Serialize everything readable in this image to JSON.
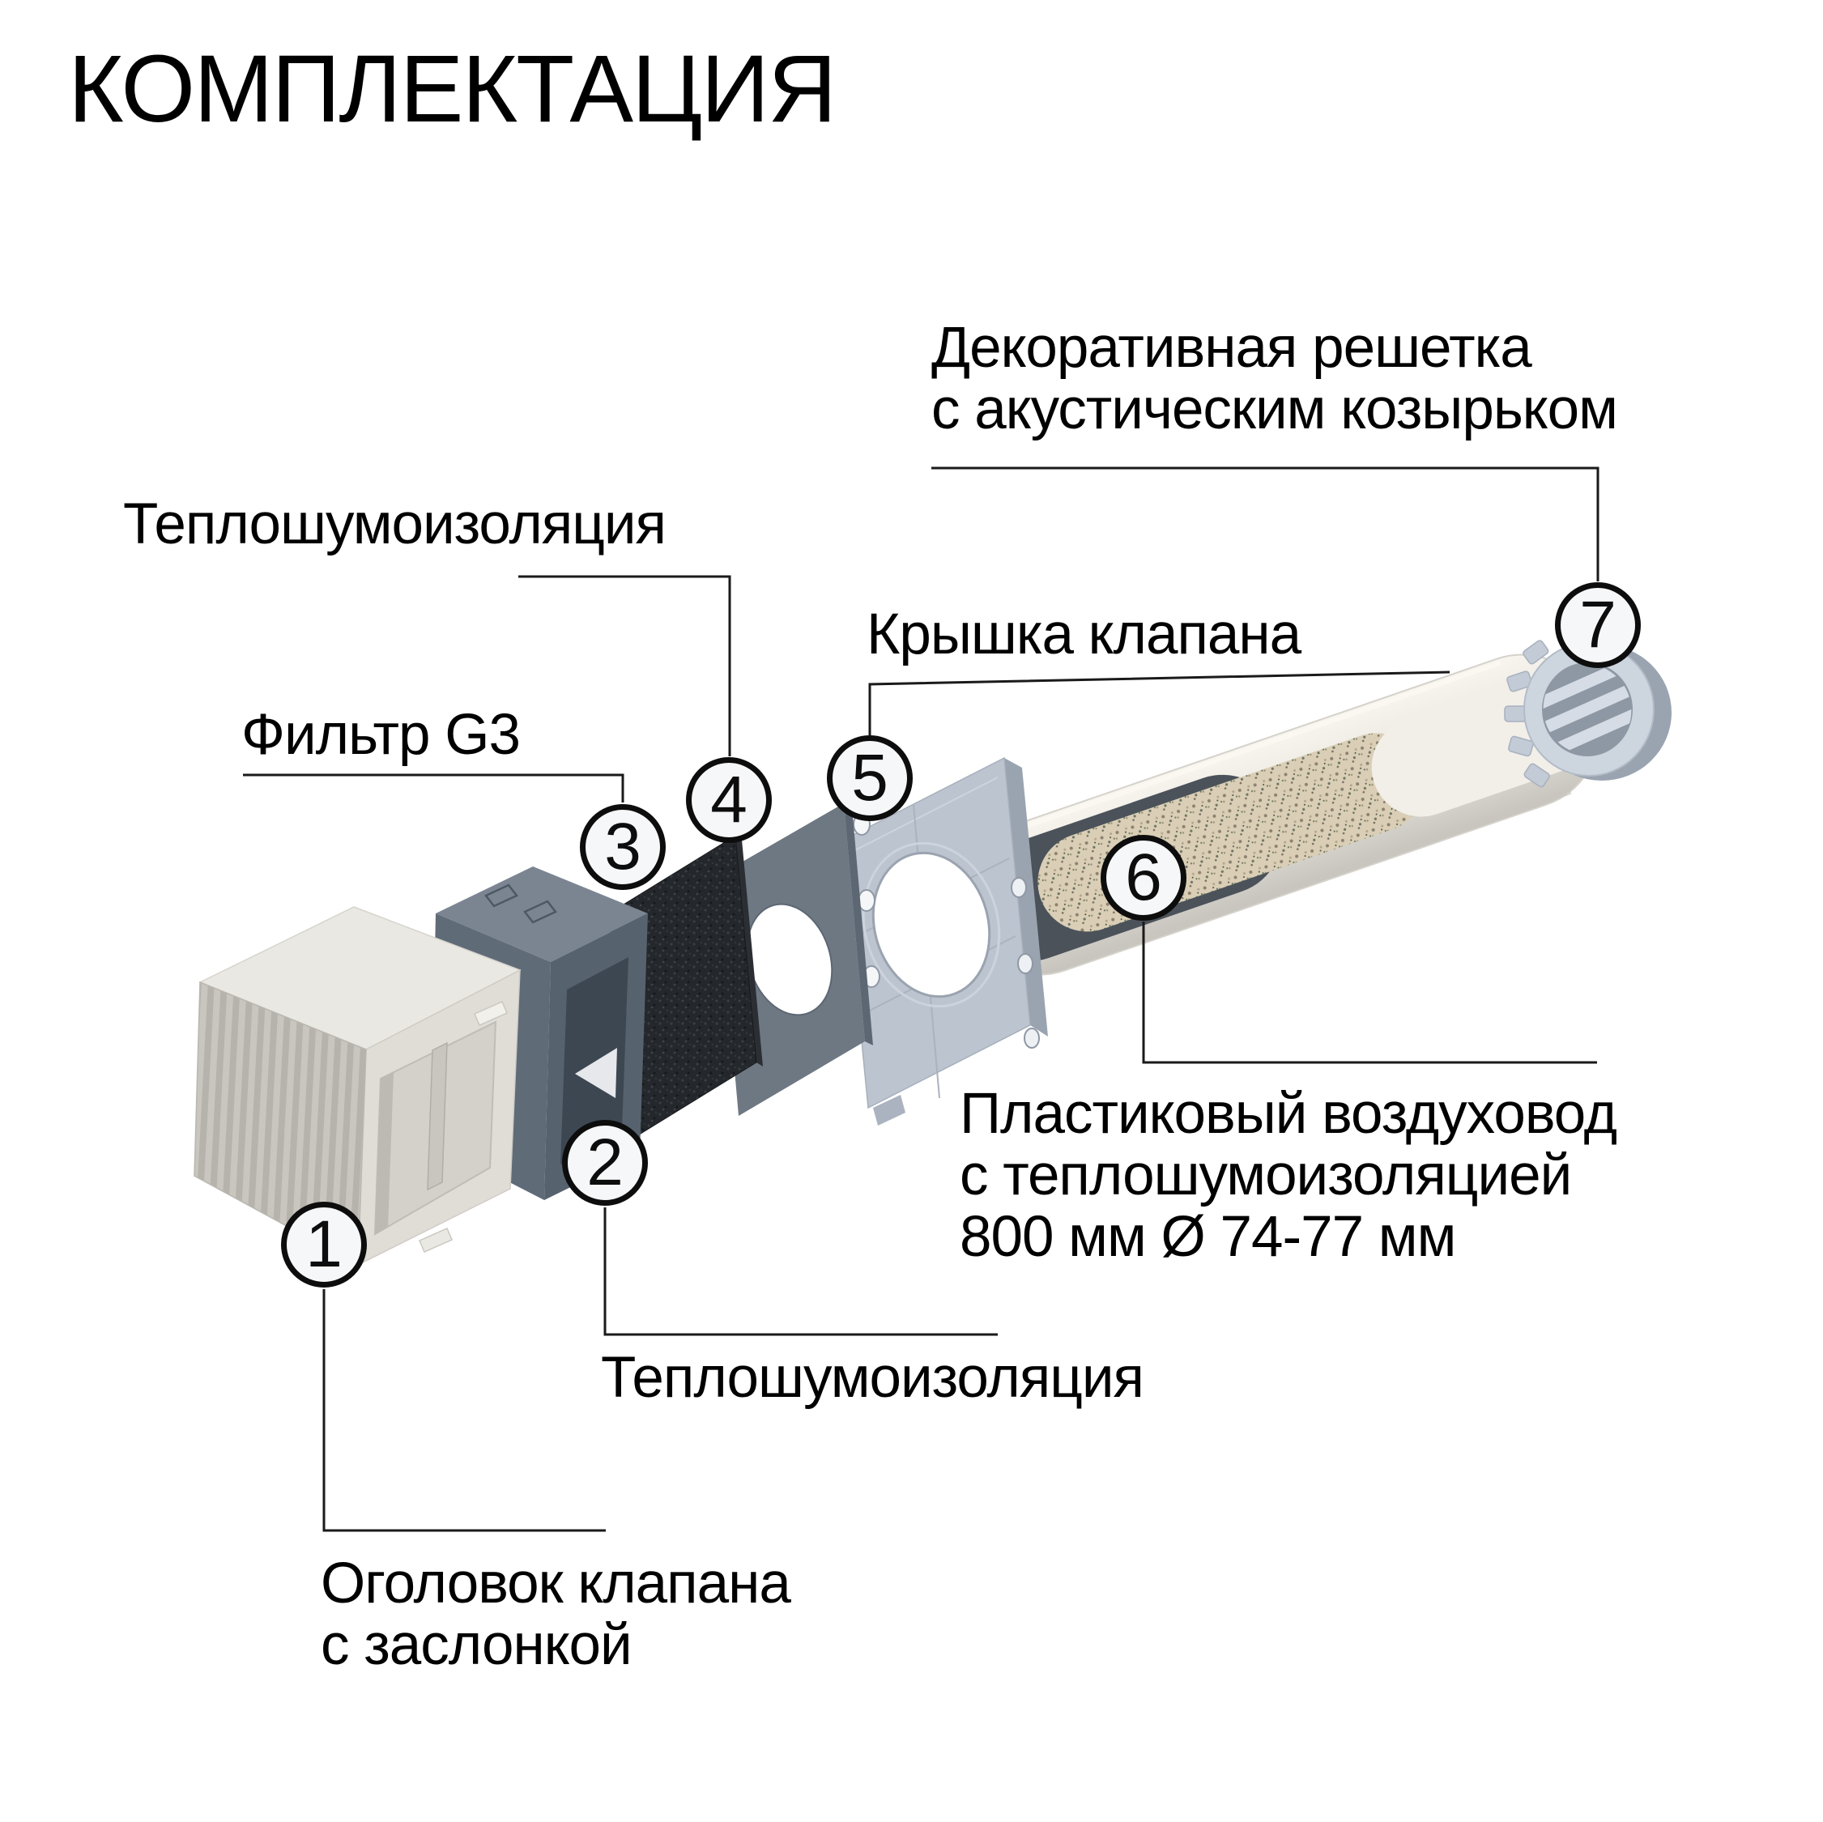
{
  "title": "КОМПЛЕКТАЦИЯ",
  "parts": {
    "head": {
      "number": "1",
      "label_lines": [
        "Оголовок клапана",
        "с заслонкой"
      ]
    },
    "insulation_sleeve": {
      "number": "2",
      "label_lines": [
        "Теплошумоизоляция"
      ]
    },
    "filter": {
      "number": "3",
      "label_lines": [
        "Фильтр G3"
      ]
    },
    "insulation_plate": {
      "number": "4",
      "label_lines": [
        "Теплошумоизоляция"
      ]
    },
    "valve_cover": {
      "number": "5",
      "label_lines": [
        "Крышка клапана"
      ]
    },
    "duct": {
      "number": "6",
      "label_lines": [
        "Пластиковый воздуховод",
        "с теплошумоизоляцией",
        "800 мм Ø 74-77 мм"
      ]
    },
    "grille": {
      "number": "7",
      "label_lines": [
        "Декоративная решетка",
        "с акустическим козырьком"
      ]
    }
  },
  "palette": {
    "background": "#ffffff",
    "text": "#000000",
    "leader_line": "#1a1a1a",
    "callout_fill": "#f6f7f9",
    "callout_border": "#0d0d0d",
    "head_box": "#e9e7e1",
    "foam_dark": "#5f6a77",
    "filter_black": "#24272b",
    "cover_plastic": "#bcc4cf",
    "duct_shell": "#ece9e3",
    "duct_insulation": "#dacfb6",
    "grille_gray": "#cdd5df"
  }
}
